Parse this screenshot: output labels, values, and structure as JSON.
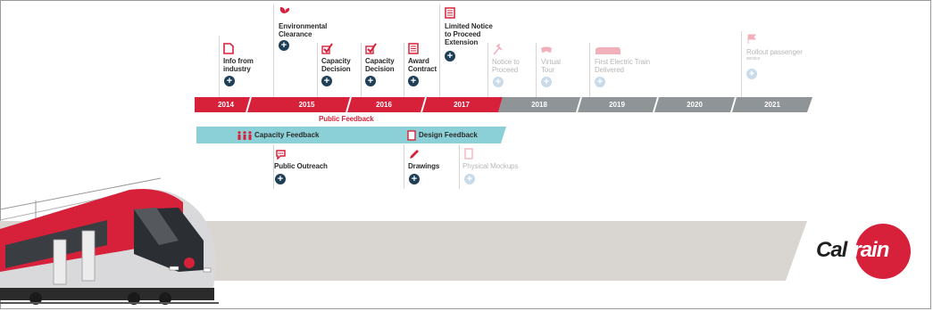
{
  "years": [
    "2014",
    "2015",
    "2016",
    "2017",
    "2018",
    "2019",
    "2020",
    "2021"
  ],
  "milestones_top": {
    "info_from_industry": "Info from\nindustry",
    "environmental_clearance": "Environmental\nClearance",
    "capacity_decision_1": "Capacity\nDecision",
    "capacity_decision_2": "Capacity\nDecision",
    "award_contract": "Award\nContract",
    "limited_notice": "Limited Notice\nto Proceed\nExtension",
    "notice_to_proceed": "Notice to\nProceed",
    "virtual_tour": "Virtual\nTour",
    "first_electric_train": "First Electric Train\nDelivered",
    "rollout_passenger": "Rollout passenger",
    "rollout_sub": "service"
  },
  "public_feedback": "Public Feedback",
  "capacity_feedback": "Capacity Feedback",
  "design_feedback": "Design Feedback",
  "milestones_bottom": {
    "public_outreach": "Public Outreach",
    "drawings": "Drawings",
    "physical_mockups": "Physical Mockups"
  },
  "logo": {
    "cal": "Cal",
    "train": "train"
  },
  "colors": {
    "red": "#d7213b",
    "gray": "#8f9497",
    "teal": "#8bd0d6",
    "navy": "#1f3f57",
    "banner": "#d9d6d1"
  }
}
